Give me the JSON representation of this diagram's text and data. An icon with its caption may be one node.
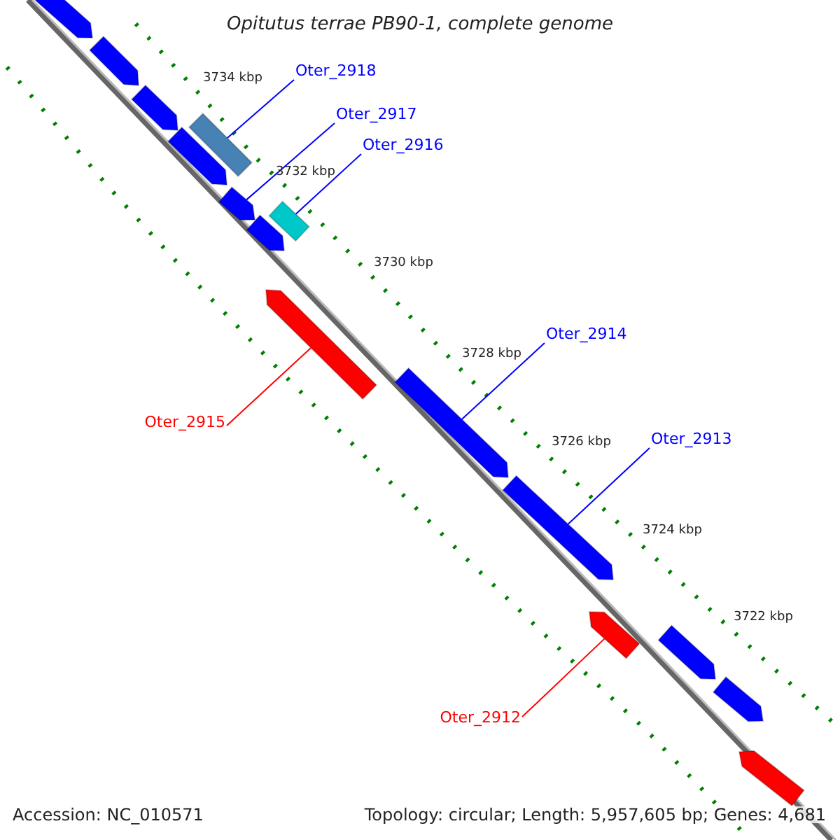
{
  "diagram": {
    "title": "Opitutus terrae PB90-1, complete genome",
    "nodes": [
      {
        "text": [
          "Oter_2918"
        ]
      },
      {
        "text": [
          "Oter_2917"
        ]
      },
      {
        "text": [
          "Oter_2916"
        ]
      },
      {
        "text": [
          "Oter_2914"
        ]
      },
      {
        "text": [
          "Oter_2915"
        ]
      },
      {
        "text": [
          "Oter_2913"
        ]
      },
      {
        "text": [
          "Oter_2912"
        ]
      },
      {
        "text": [],
        "shape": "bar"
      },
      {
        "text": [],
        "shape": "bar"
      },
      {
        "text": [],
        "shape": "bar"
      },
      {
        "text": [],
        "shape": "bar"
      },
      {
        "text": [],
        "shape": "bar"
      },
      {
        "text": [],
        "shape": "bar"
      },
      {
        "text": [],
        "shape": "bar"
      },
      {
        "text": [],
        "shape": "bar"
      },
      {
        "text": [],
        "shape": "bar"
      },
      {
        "text": [],
        "shape": "bar"
      },
      {
        "text": [],
        "shape": "bar"
      },
      {
        "text": [],
        "shape": "bar"
      },
      {
        "text": [],
        "shape": "bar"
      },
      {
        "text": [],
        "shape": "bar"
      },
      {
        "text": [],
        "shape": "bar"
      }
    ],
    "edges": [
      {
        "from": 0,
        "to": 10,
        "arrow": "none"
      },
      {
        "from": 1,
        "to": 12,
        "arrow": "none"
      },
      {
        "from": 2,
        "to": 13,
        "arrow": "none"
      },
      {
        "from": 3,
        "to": 16,
        "arrow": "none"
      },
      {
        "from": 4,
        "to": 15,
        "arrow": "none",
        "color": "#ff0000"
      },
      {
        "from": 5,
        "to": 17,
        "arrow": "none"
      },
      {
        "from": 6,
        "to": 18,
        "arrow": "none",
        "color": "#ff0000"
      }
    ],
    "labels": [
      "3734 kbp",
      "3732 kbp",
      "3730 kbp",
      "3728 kbp",
      "3726 kbp",
      "3724 kbp",
      "3722 kbp",
      "Accession: NC_010571",
      "Topology: circular; Length: 5,957,605 bp; Genes: 4,681"
    ]
  }
}
